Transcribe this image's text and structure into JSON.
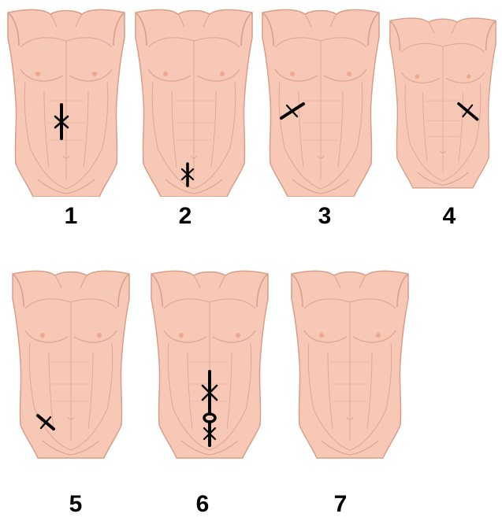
{
  "panels": [
    {
      "label": "1",
      "incision": "upper-midline-vertical"
    },
    {
      "label": "2",
      "incision": "lower-midline-vertical"
    },
    {
      "label": "3",
      "incision": "right-subcostal-oblique"
    },
    {
      "label": "4",
      "incision": "left-subcostal-oblique"
    },
    {
      "label": "5",
      "incision": "right-lower-oblique"
    },
    {
      "label": "6",
      "incision": "periumbilical-midline-vertical"
    },
    {
      "label": "7",
      "incision": "none"
    }
  ],
  "colors": {
    "skin": "#f7c8b6",
    "outline": "#d79e89",
    "muscle": "#e4a894",
    "suture": "#000000"
  }
}
